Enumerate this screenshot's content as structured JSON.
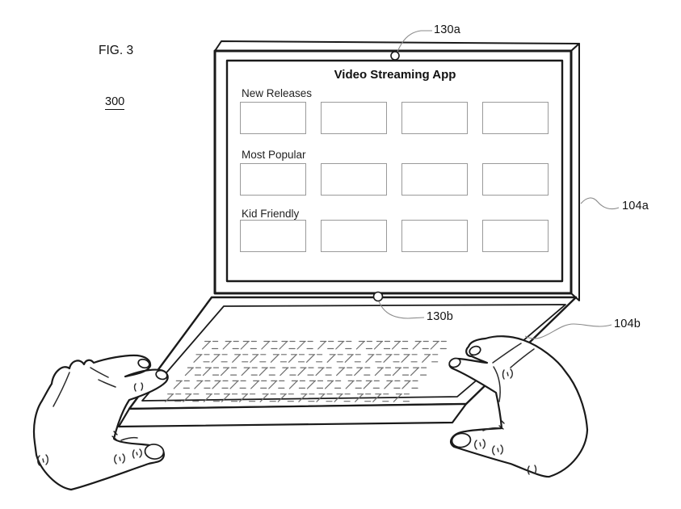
{
  "figure": {
    "label": "FIG. 3",
    "number": "300"
  },
  "reference_labels": {
    "camera_top": "130a",
    "camera_hinge": "130b",
    "display_housing": "104a",
    "base_housing": "104b"
  },
  "screen": {
    "title": "Video Streaming App",
    "sections": [
      {
        "label": "New Releases",
        "thumbnails": 4
      },
      {
        "label": "Most Popular",
        "thumbnails": 4
      },
      {
        "label": "Kid Friendly",
        "thumbnails": 4
      }
    ]
  },
  "keyboard": {
    "style": "dashed-virtual-keys",
    "rows": 5,
    "keys_per_row": 13
  },
  "colors": {
    "line": "#1a1a1a",
    "thumbnail_border": "#9a9a9a",
    "key_dash": "#6f6f6f",
    "leader": "#8a8a8a",
    "background": "#ffffff"
  }
}
